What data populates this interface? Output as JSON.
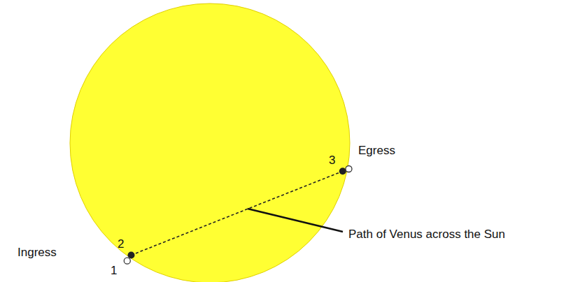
{
  "diagram": {
    "labels": [
      "Ingress",
      "1",
      "2",
      "3",
      "Egress",
      "Path of Venus across the Sun"
    ]
  }
}
